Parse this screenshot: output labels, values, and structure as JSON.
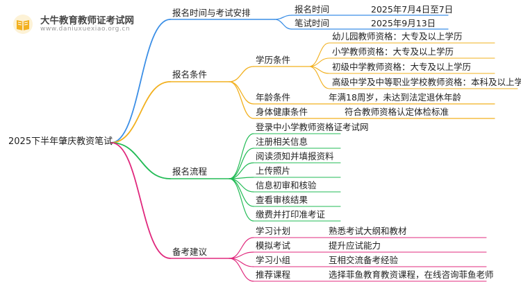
{
  "logo": {
    "name": "大牛教育教师证考试网",
    "url": "www.daniuxuexiao.org.cn"
  },
  "colors": {
    "blue": "#3a8ee6",
    "orange": "#f2b01e",
    "green": "#22bb55",
    "pink": "#e0287d"
  },
  "mindmap": {
    "root": "2025下半年肇庆教资笔试",
    "branches": [
      {
        "label": "报名时间与考试安排",
        "items": [
          {
            "label": "报名时间",
            "value": "2025年7月4日至7日"
          },
          {
            "label": "笔试时间",
            "value": "2025年9月13日"
          }
        ]
      },
      {
        "label": "报名条件",
        "education": {
          "label": "学历条件",
          "items": [
            "幼儿园教师资格：大专及以上学历",
            "小学教师资格：大专及以上学历",
            "初级中学教师资格：大专及以上学历",
            "高级中学及中等职业学校教师资格：本科及以上学历"
          ]
        },
        "age": {
          "label": "年龄条件",
          "value": "年满18周岁，未达到法定退休年龄"
        },
        "health": {
          "label": "身体健康条件",
          "value": "符合教师资格认定体检标准"
        }
      },
      {
        "label": "报名流程",
        "steps": [
          "登录中小学教师资格证考试网",
          "注册相关信息",
          "阅读须知并填报资料",
          "上传照片",
          "信息初审和核验",
          "查看审核结果",
          "缴费并打印准考证"
        ]
      },
      {
        "label": "备考建议",
        "items": [
          {
            "label": "学习计划",
            "value": "熟悉考试大纲和教材"
          },
          {
            "label": "模拟考试",
            "value": "提升应试能力"
          },
          {
            "label": "学习小组",
            "value": "互相交流备考经验"
          },
          {
            "label": "推荐课程",
            "value": "选择菲鱼教育教资课程，在线咨询菲鱼老师"
          }
        ]
      }
    ]
  }
}
